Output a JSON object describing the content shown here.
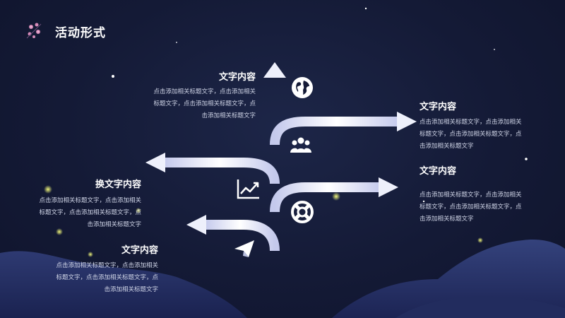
{
  "slide": {
    "title": "活动形式",
    "sections": [
      {
        "heading": "文字内容",
        "text": "点击添加相关标题文字，点击添加相关标题文字，点击添加相关标题文字，点击添加相关标题文字"
      },
      {
        "heading": "文字内容",
        "text": "点击添加相关标题文字，点击添加相关标题文字，点击添加相关标题文字，点击添加相关标题文字"
      },
      {
        "heading": "换文字内容",
        "text": "点击添加相关标题文字，点击添加相关标题文字，点击添加相关标题文字，点击添加相关标题文字"
      },
      {
        "heading": "文字内容",
        "text": "点击添加相关标题文字，点击添加相关标题文字，点击添加相关标题文字，点击添加相关标题文字"
      },
      {
        "heading": "文字内容",
        "text": "点击添加相关标题文字，点击添加相关标题文字，点击添加相关标题文字，点击添加相关标题文字"
      }
    ],
    "icons": [
      "globe-icon",
      "people-icon",
      "chart-icon",
      "lifebuoy-icon",
      "paper-plane-icon"
    ],
    "colors": {
      "background": "#141a36",
      "arrow": "#e6e9f8",
      "hill": "#2a3468",
      "firefly": "#e8f36a"
    }
  }
}
